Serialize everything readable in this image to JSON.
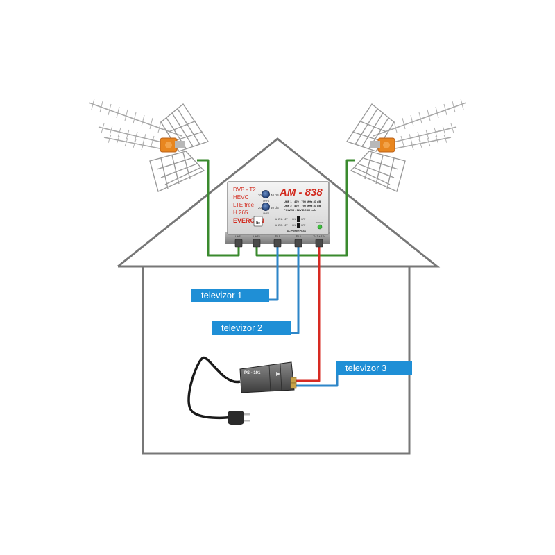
{
  "amplifier": {
    "model": "AM - 838",
    "brand": "EVERCON",
    "features": [
      "DVB - T2",
      "HEVC",
      "LTE free",
      "H.265"
    ],
    "specs": [
      "UHF 1 : 470 - 790 MHz 40 dB",
      "UHF 2 : 470 - 790 MHz 40 dB",
      "POWER : 12V DC 60 mA"
    ],
    "gain_knob_labels": [
      "20",
      "40 dB"
    ],
    "knob_names": [
      "UHF1",
      "UHF2"
    ],
    "switches": [
      {
        "label": "UHF 1 : 12V",
        "states": [
          "ON",
          "OFF"
        ]
      },
      {
        "label": "UHF 2 : 12V",
        "states": [
          "ON",
          "OFF"
        ]
      }
    ],
    "badge": "lte",
    "dc_label": "DC POWER PASS",
    "power_label": "POWER",
    "ports": [
      "UHF1",
      "UHF2",
      "TV 1",
      "TV 2",
      "TV 3 + 12V"
    ]
  },
  "psu": {
    "model": "PS - 101"
  },
  "labels": {
    "tv1": "televizor 1",
    "tv2": "televizor 2",
    "tv3": "televizor 3"
  },
  "colors": {
    "antenna_cable": "#3a8a2e",
    "tv_cable": "#2d86c8",
    "power_cable": "#d72a22",
    "label_bg": "#1f8fd6",
    "house_outline": "#777777",
    "brand_red": "#d22a1e",
    "antenna_mount": "#e8861f"
  }
}
